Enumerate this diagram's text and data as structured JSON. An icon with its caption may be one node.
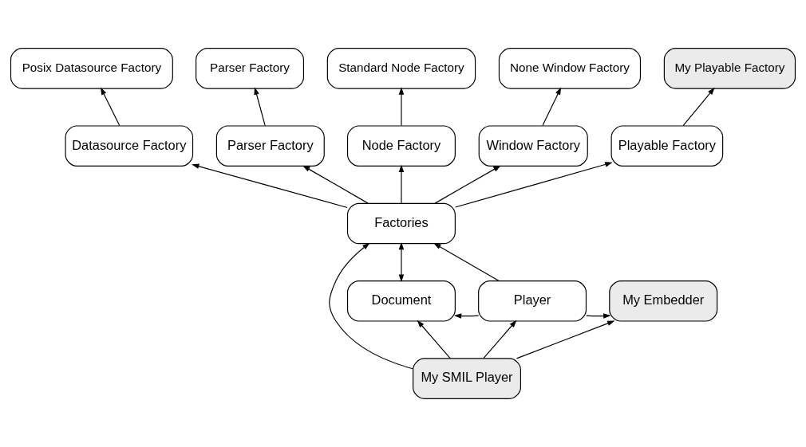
{
  "diagram": {
    "nodes": [
      {
        "text": [
          "Posix Datasource Factory"
        ]
      },
      {
        "text": [
          "Parser Factory"
        ]
      },
      {
        "text": [
          "Standard Node Factory"
        ]
      },
      {
        "text": [
          "None Window Factory"
        ]
      },
      {
        "text": [
          "My Playable Factory"
        ]
      },
      {
        "text": [
          "Datasource Factory"
        ]
      },
      {
        "text": [
          "Parser Factory"
        ]
      },
      {
        "text": [
          "Node Factory"
        ]
      },
      {
        "text": [
          "Window Factory"
        ]
      },
      {
        "text": [
          "Playable Factory"
        ]
      },
      {
        "text": [
          "Factories"
        ]
      },
      {
        "text": [
          "Document"
        ]
      },
      {
        "text": [
          "Player"
        ]
      },
      {
        "text": [
          "My Embedder"
        ]
      },
      {
        "text": [
          "My SMIL Player"
        ]
      }
    ],
    "edges": [
      {
        "from": 5,
        "to": 0,
        "arrow": "to"
      },
      {
        "from": 6,
        "to": 1,
        "arrow": "to"
      },
      {
        "from": 7,
        "to": 2,
        "arrow": "to"
      },
      {
        "from": 8,
        "to": 3,
        "arrow": "to"
      },
      {
        "from": 9,
        "to": 4,
        "arrow": "to"
      },
      {
        "from": 10,
        "to": 5,
        "arrow": "to"
      },
      {
        "from": 10,
        "to": 6,
        "arrow": "to"
      },
      {
        "from": 10,
        "to": 7,
        "arrow": "to"
      },
      {
        "from": 10,
        "to": 8,
        "arrow": "to"
      },
      {
        "from": 10,
        "to": 9,
        "arrow": "to"
      },
      {
        "from": 11,
        "to": 10,
        "arrow": "both"
      },
      {
        "from": 12,
        "to": 11,
        "arrow": "to"
      },
      {
        "from": 12,
        "to": 10,
        "arrow": "to"
      },
      {
        "from": 12,
        "to": 13,
        "arrow": "to"
      },
      {
        "from": 14,
        "to": 11,
        "arrow": "to"
      },
      {
        "from": 14,
        "to": 10,
        "arrow": "to"
      },
      {
        "from": 14,
        "to": 12,
        "arrow": "to"
      },
      {
        "from": 14,
        "to": 13,
        "arrow": "to"
      }
    ]
  }
}
